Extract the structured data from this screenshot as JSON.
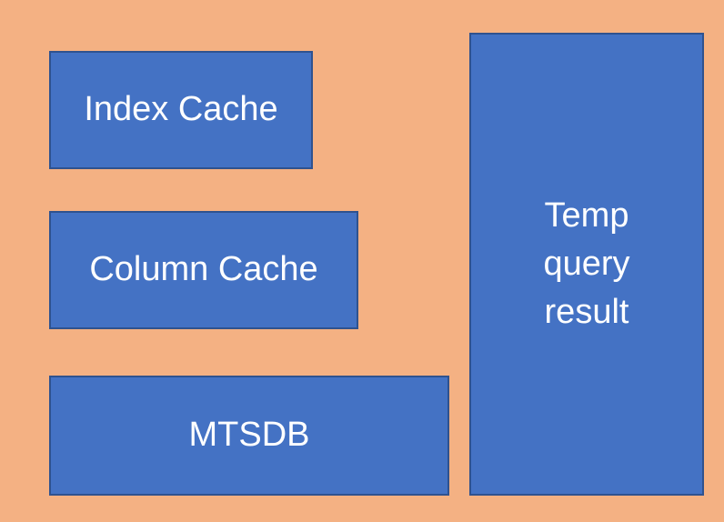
{
  "colors": {
    "background": "#F4B183",
    "box_fill": "#4472C4",
    "box_border": "#2F528F",
    "text": "#FFFFFF"
  },
  "boxes": {
    "index_cache": "Index Cache",
    "column_cache": "Column Cache",
    "mtsdb": "MTSDB",
    "temp_query_result": "Temp\nquery\nresult"
  }
}
